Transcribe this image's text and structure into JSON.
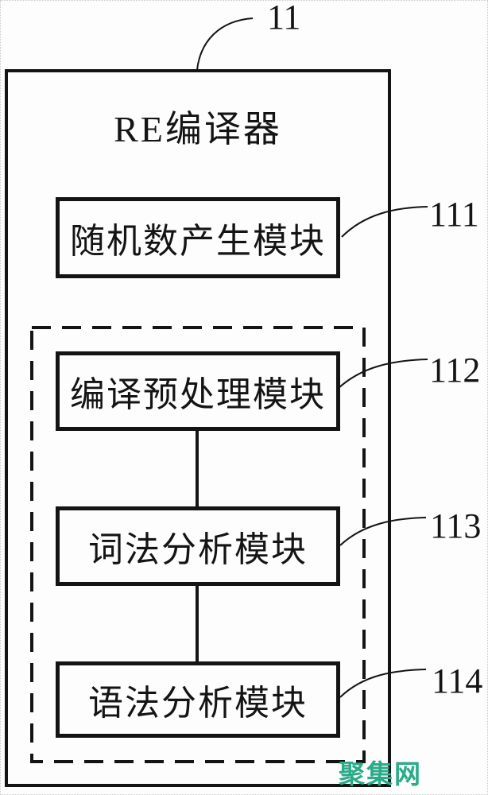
{
  "figure": {
    "ref_top": "11",
    "title": "RE编译器",
    "modules": [
      {
        "name": "随机数产生模块",
        "ref": "111"
      },
      {
        "name": "编译预处理模块",
        "ref": "112"
      },
      {
        "name": "词法分析模块",
        "ref": "113"
      },
      {
        "name": "语法分析模块",
        "ref": "114"
      }
    ],
    "watermark": "聚集网",
    "colors": {
      "line": "#141414",
      "watermark": "#2aab89"
    }
  }
}
